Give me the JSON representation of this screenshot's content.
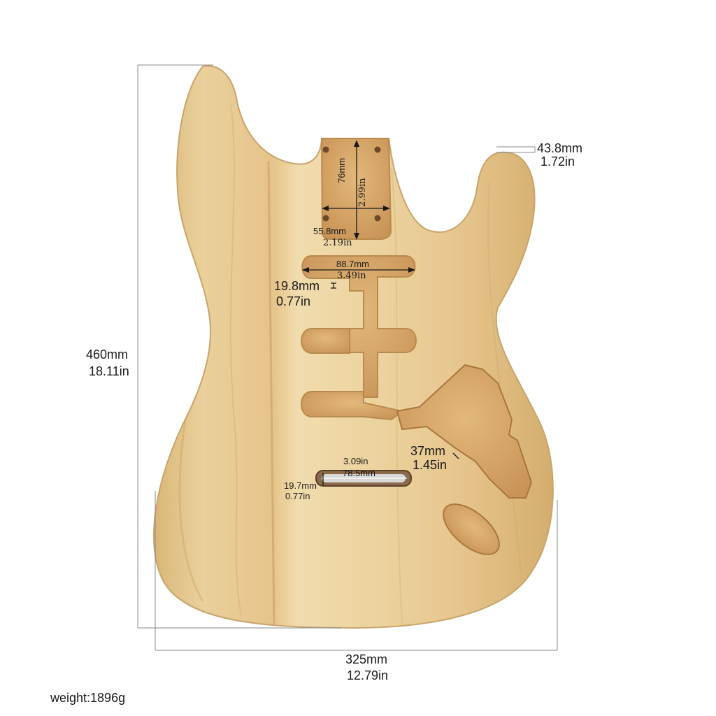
{
  "dimensions": {
    "height": {
      "mm": "460mm",
      "in": "18.11in"
    },
    "width": {
      "mm": "325mm",
      "in": "12.79in"
    },
    "thickness": {
      "mm": "43.8mm",
      "in": "1.72in"
    },
    "neck_pocket_length": {
      "mm": "76mm",
      "in": "2.99in"
    },
    "neck_pocket_width": {
      "mm": "55.8mm",
      "in": "2.19in"
    },
    "pickup_cavity_length": {
      "mm": "88.7mm",
      "in": "3.49in"
    },
    "pickup_cavity_depth": {
      "mm": "19.8mm",
      "in": "0.77in"
    },
    "control_cavity_depth": {
      "mm": "37mm",
      "in": "1.45in"
    },
    "bridge_slot_length": {
      "mm": "78.5mm",
      "in": "3.09in"
    },
    "bridge_slot_depth": {
      "mm": "19.7mm",
      "in": "0.77in"
    }
  },
  "weight": "weight:1896g",
  "colors": {
    "wood_light": "#ecd39c",
    "wood_mid": "#dcb676",
    "wood_dark": "#c2965a",
    "cavity": "#d7a766",
    "dimension_line": "#8a8a8a"
  }
}
